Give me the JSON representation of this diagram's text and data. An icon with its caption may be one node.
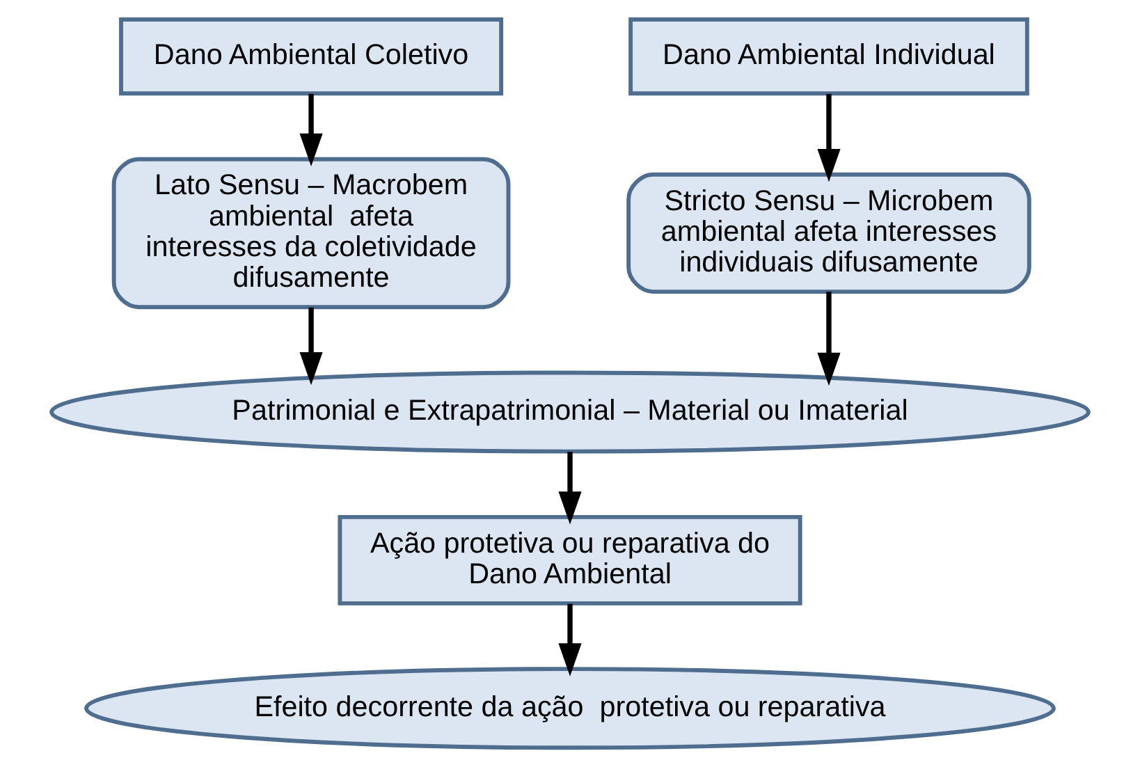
{
  "diagram": {
    "nodes": [
      {
        "text": [
          "Dano Ambiental Coletivo"
        ]
      },
      {
        "text": [
          "Dano Ambiental Individual"
        ]
      },
      {
        "text": [
          "Lato Sensu – Macrobem ambiental  afeta interesses da coletividade difusamente"
        ]
      },
      {
        "text": [
          "Stricto Sensu – Microbem ambiental afeta interesses individuais difusamente"
        ]
      },
      {
        "text": [
          "Patrimonial e Extrapatrimonial – Material ou Imaterial"
        ]
      },
      {
        "text": [
          "Ação protetiva ou reparativa do Dano Ambiental"
        ]
      },
      {
        "text": [
          "Efeito decorrente da ação  protetiva ou reparativa"
        ]
      }
    ],
    "edges": [
      {
        "from": 0,
        "to": 2,
        "arrow": "to"
      },
      {
        "from": 1,
        "to": 3,
        "arrow": "to"
      },
      {
        "from": 2,
        "to": 4,
        "arrow": "to"
      },
      {
        "from": 3,
        "to": 4,
        "arrow": "to"
      },
      {
        "from": 4,
        "to": 5,
        "arrow": "to"
      },
      {
        "from": 5,
        "to": 6,
        "arrow": "to"
      }
    ]
  }
}
